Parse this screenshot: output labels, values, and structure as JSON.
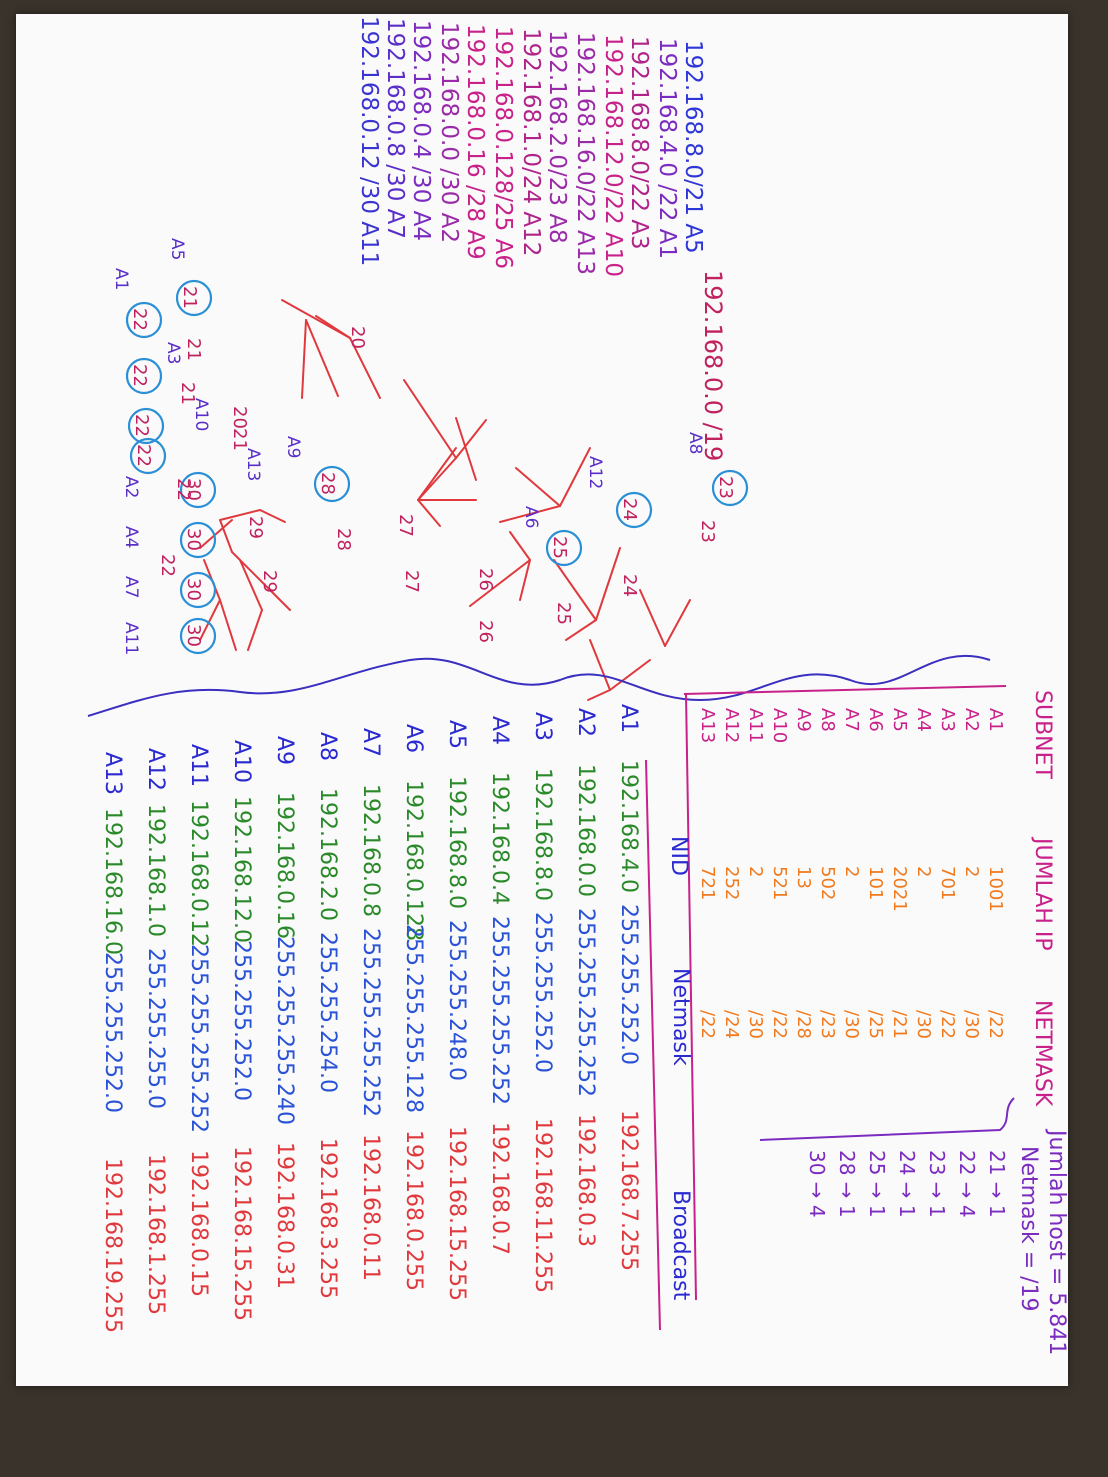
{
  "subnet_list": {
    "lines": [
      {
        "text": "192.168.8.0/21 A5",
        "color": "#2f36d8"
      },
      {
        "text": "192.168.4.0 /22 A1",
        "color": "#7b2bbf"
      },
      {
        "text": "192.168.8.0/22 A3",
        "color": "#b0248a"
      },
      {
        "text": "192.168.12.0/22 A10",
        "color": "#c8228a"
      },
      {
        "text": "192.168.16.0/22 A13",
        "color": "#9a2aa8"
      },
      {
        "text": "192.168.2.0/23 A8",
        "color": "#9a2aa8"
      },
      {
        "text": "192.168.1.0/24 A12",
        "color": "#b0248a"
      },
      {
        "text": "192.168.0.128/25 A6",
        "color": "#c8228a"
      },
      {
        "text": "192.168.0.16 /28 A9",
        "color": "#c8228a"
      },
      {
        "text": "192.168.0.0 /30 A2",
        "color": "#9a2aa8"
      },
      {
        "text": "192.168.0.4 /30 A4",
        "color": "#7b2bbf"
      },
      {
        "text": "192.168.0.8 /30 A7",
        "color": "#5a2fc8"
      },
      {
        "text": "192.168.0.12 /30 A11",
        "color": "#3a34d0"
      }
    ]
  },
  "tree": {
    "root": "192.168.0.0 /19",
    "labels": [
      {
        "id": "n20a",
        "text": "20",
        "circled": false
      },
      {
        "id": "n20b",
        "text": "20",
        "circled": false
      },
      {
        "id": "n21a",
        "text": "21",
        "circled": true,
        "tag": "A5"
      },
      {
        "id": "n21b",
        "text": "21",
        "circled": false
      },
      {
        "id": "n21c",
        "text": "21",
        "circled": false
      },
      {
        "id": "n21d",
        "text": "21",
        "circled": false
      },
      {
        "id": "n22a",
        "text": "22",
        "circled": true,
        "tag": "A1"
      },
      {
        "id": "n22b",
        "text": "22",
        "circled": true,
        "tag": "A3"
      },
      {
        "id": "n22c",
        "text": "22",
        "circled": true,
        "tag": "A10"
      },
      {
        "id": "n22d",
        "text": "22",
        "circled": true,
        "tag": "A13"
      },
      {
        "id": "n22e",
        "text": "22",
        "circled": false
      },
      {
        "id": "n22f",
        "text": "22",
        "circled": false
      },
      {
        "id": "n23a",
        "text": "23",
        "circled": true,
        "tag": "A8"
      },
      {
        "id": "n23b",
        "text": "23",
        "circled": false
      },
      {
        "id": "n24a",
        "text": "24",
        "circled": true,
        "tag": "A12"
      },
      {
        "id": "n24b",
        "text": "24",
        "circled": false
      },
      {
        "id": "n25a",
        "text": "25",
        "circled": true,
        "tag": "A6"
      },
      {
        "id": "n25b",
        "text": "25",
        "circled": false
      },
      {
        "id": "n26a",
        "text": "26",
        "circled": false
      },
      {
        "id": "n26b",
        "text": "26",
        "circled": false
      },
      {
        "id": "n27a",
        "text": "27",
        "circled": false
      },
      {
        "id": "n27b",
        "text": "27",
        "circled": false
      },
      {
        "id": "n28a",
        "text": "28",
        "circled": true,
        "tag": "A9"
      },
      {
        "id": "n28b",
        "text": "28",
        "circled": false
      },
      {
        "id": "n29a",
        "text": "29",
        "circled": false
      },
      {
        "id": "n29b",
        "text": "29",
        "circled": false
      },
      {
        "id": "n30a",
        "text": "30",
        "circled": true,
        "tag": "A2"
      },
      {
        "id": "n30b",
        "text": "30",
        "circled": true,
        "tag": "A4"
      },
      {
        "id": "n30c",
        "text": "30",
        "circled": true,
        "tag": "A7"
      },
      {
        "id": "n30d",
        "text": "30",
        "circled": true,
        "tag": "A11"
      }
    ]
  },
  "subnet_table": {
    "headers": [
      "SUBNET",
      "JUMLAH IP",
      "NETMASK"
    ],
    "rows": [
      [
        "A1",
        "1001",
        "/22"
      ],
      [
        "A2",
        "2",
        "/30"
      ],
      [
        "A3",
        "701",
        "/22"
      ],
      [
        "A4",
        "2",
        "/30"
      ],
      [
        "A5",
        "2021",
        "/21"
      ],
      [
        "A6",
        "101",
        "/25"
      ],
      [
        "A7",
        "2",
        "/30"
      ],
      [
        "A8",
        "502",
        "/23"
      ],
      [
        "A9",
        "13",
        "/28"
      ],
      [
        "A10",
        "521",
        "/22"
      ],
      [
        "A11",
        "2",
        "/30"
      ],
      [
        "A12",
        "252",
        "/24"
      ],
      [
        "A13",
        "721",
        "/22"
      ]
    ]
  },
  "summary": {
    "jumlah_host": "Jumlah host = 5.841",
    "netmask": "Netmask = /19",
    "counts": [
      "21 → 1",
      "22 → 4",
      "23 → 1",
      "24 → 1",
      "25 → 1",
      "28 → 1",
      "30 → 4"
    ]
  },
  "nid_table": {
    "headers": [
      "NID",
      "Netmask",
      "Broadcast"
    ],
    "rows": [
      [
        "A1",
        "192.168.4.0",
        "255.255.252.0",
        "192.168.7.255"
      ],
      [
        "A2",
        "192.168.0.0",
        "255.255.255.252",
        "192.168.0.3"
      ],
      [
        "A3",
        "192.168.8.0",
        "255.255.252.0",
        "192.168.11.255"
      ],
      [
        "A4",
        "192.168.0.4",
        "255.255.255.252",
        "192.168.0.7"
      ],
      [
        "A5",
        "192.168.8.0",
        "255.255.248.0",
        "192.168.15.255"
      ],
      [
        "A6",
        "192.168.0.128",
        "255.255.255.128",
        "192.168.0.255"
      ],
      [
        "A7",
        "192.168.0.8",
        "255.255.255.252",
        "192.168.0.11"
      ],
      [
        "A8",
        "192.168.2.0",
        "255.255.254.0",
        "192.168.3.255"
      ],
      [
        "A9",
        "192.168.0.16",
        "255.255.255.240",
        "192.168.0.31"
      ],
      [
        "A10",
        "192.168.12.0",
        "255.255.252.0",
        "192.168.15.255"
      ],
      [
        "A11",
        "192.168.0.12",
        "255.255.255.252",
        "192.168.0.15"
      ],
      [
        "A12",
        "192.168.1.0",
        "255.255.255.0",
        "192.168.1.255"
      ],
      [
        "A13",
        "192.168.16.0",
        "255.255.252.0",
        "192.168.19.255"
      ]
    ]
  },
  "colors": {
    "tree_line": "#e0393d",
    "circle": "#2a8fd6",
    "tree_text": "#c0215f",
    "label_text": "#5a2fc8",
    "subnet_name": "#c8228a",
    "jumlah": "#f07a1e",
    "netmask": "#f07a1e",
    "summary": "#7b2bbf",
    "nid": "#2a8a2a",
    "mask": "#2a52d6",
    "broadcast": "#e0393d",
    "row_label": "#2a2ad0",
    "wave": "#3a2fbf",
    "divider": "#c8228a"
  }
}
